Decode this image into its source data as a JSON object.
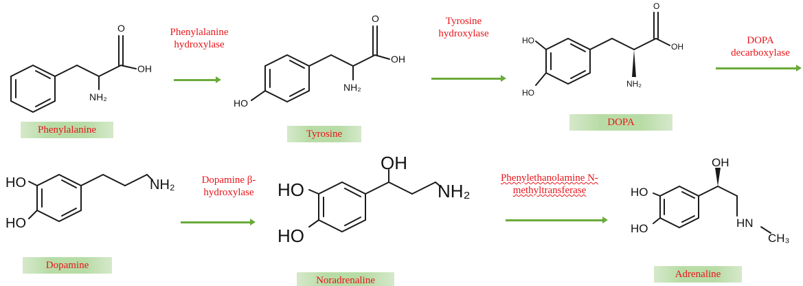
{
  "compounds": [
    {
      "id": "phenylalanine",
      "name": "Phenylalanine",
      "atoms": {
        "o": "O",
        "oh": "OH",
        "nh2": "NH₂"
      }
    },
    {
      "id": "tyrosine",
      "name": "Tyrosine",
      "atoms": {
        "o": "O",
        "oh": "OH",
        "nh2": "NH₂",
        "ho": "HO"
      }
    },
    {
      "id": "dopa",
      "name": "DOPA",
      "atoms": {
        "o": "O",
        "oh": "OH",
        "nh2": "NH₂",
        "ho1": "HO",
        "ho2": "HO"
      }
    },
    {
      "id": "dopamine",
      "name": "Dopamine",
      "atoms": {
        "ho1": "HO",
        "ho2": "HO",
        "nh2": "NH₂"
      }
    },
    {
      "id": "noradrenaline",
      "name": "Noradrenaline",
      "atoms": {
        "ho1": "HO",
        "ho2": "HO",
        "oh": "OH",
        "nh2": "NH₂"
      }
    },
    {
      "id": "adrenaline",
      "name": "Adrenaline",
      "atoms": {
        "ho1": "HO",
        "ho2": "HO",
        "oh": "OH",
        "hn": "HN",
        "ch3": "CH₃"
      }
    }
  ],
  "enzymes": [
    {
      "id": "phenylalanine-hydroxylase",
      "lines": [
        "Phenylalanine",
        "hydroxylase"
      ]
    },
    {
      "id": "tyrosine-hydroxylase",
      "lines": [
        "Tyrosine",
        "hydroxylase"
      ]
    },
    {
      "id": "dopa-decarboxylase",
      "lines": [
        "DOPA",
        "decarboxylase"
      ]
    },
    {
      "id": "dopamine-beta-hydroxylase",
      "lines": [
        "Dopamine β-",
        "hydroxylase"
      ]
    },
    {
      "id": "pnmt",
      "lines": [
        "Phenylethanolamine N-",
        "methyltransferase"
      ]
    }
  ],
  "colors": {
    "enzyme_text": "#e8141a",
    "arrow": "#6aaa3a",
    "label_bg": "#b8dca6",
    "bond": "#1a1a1a"
  }
}
